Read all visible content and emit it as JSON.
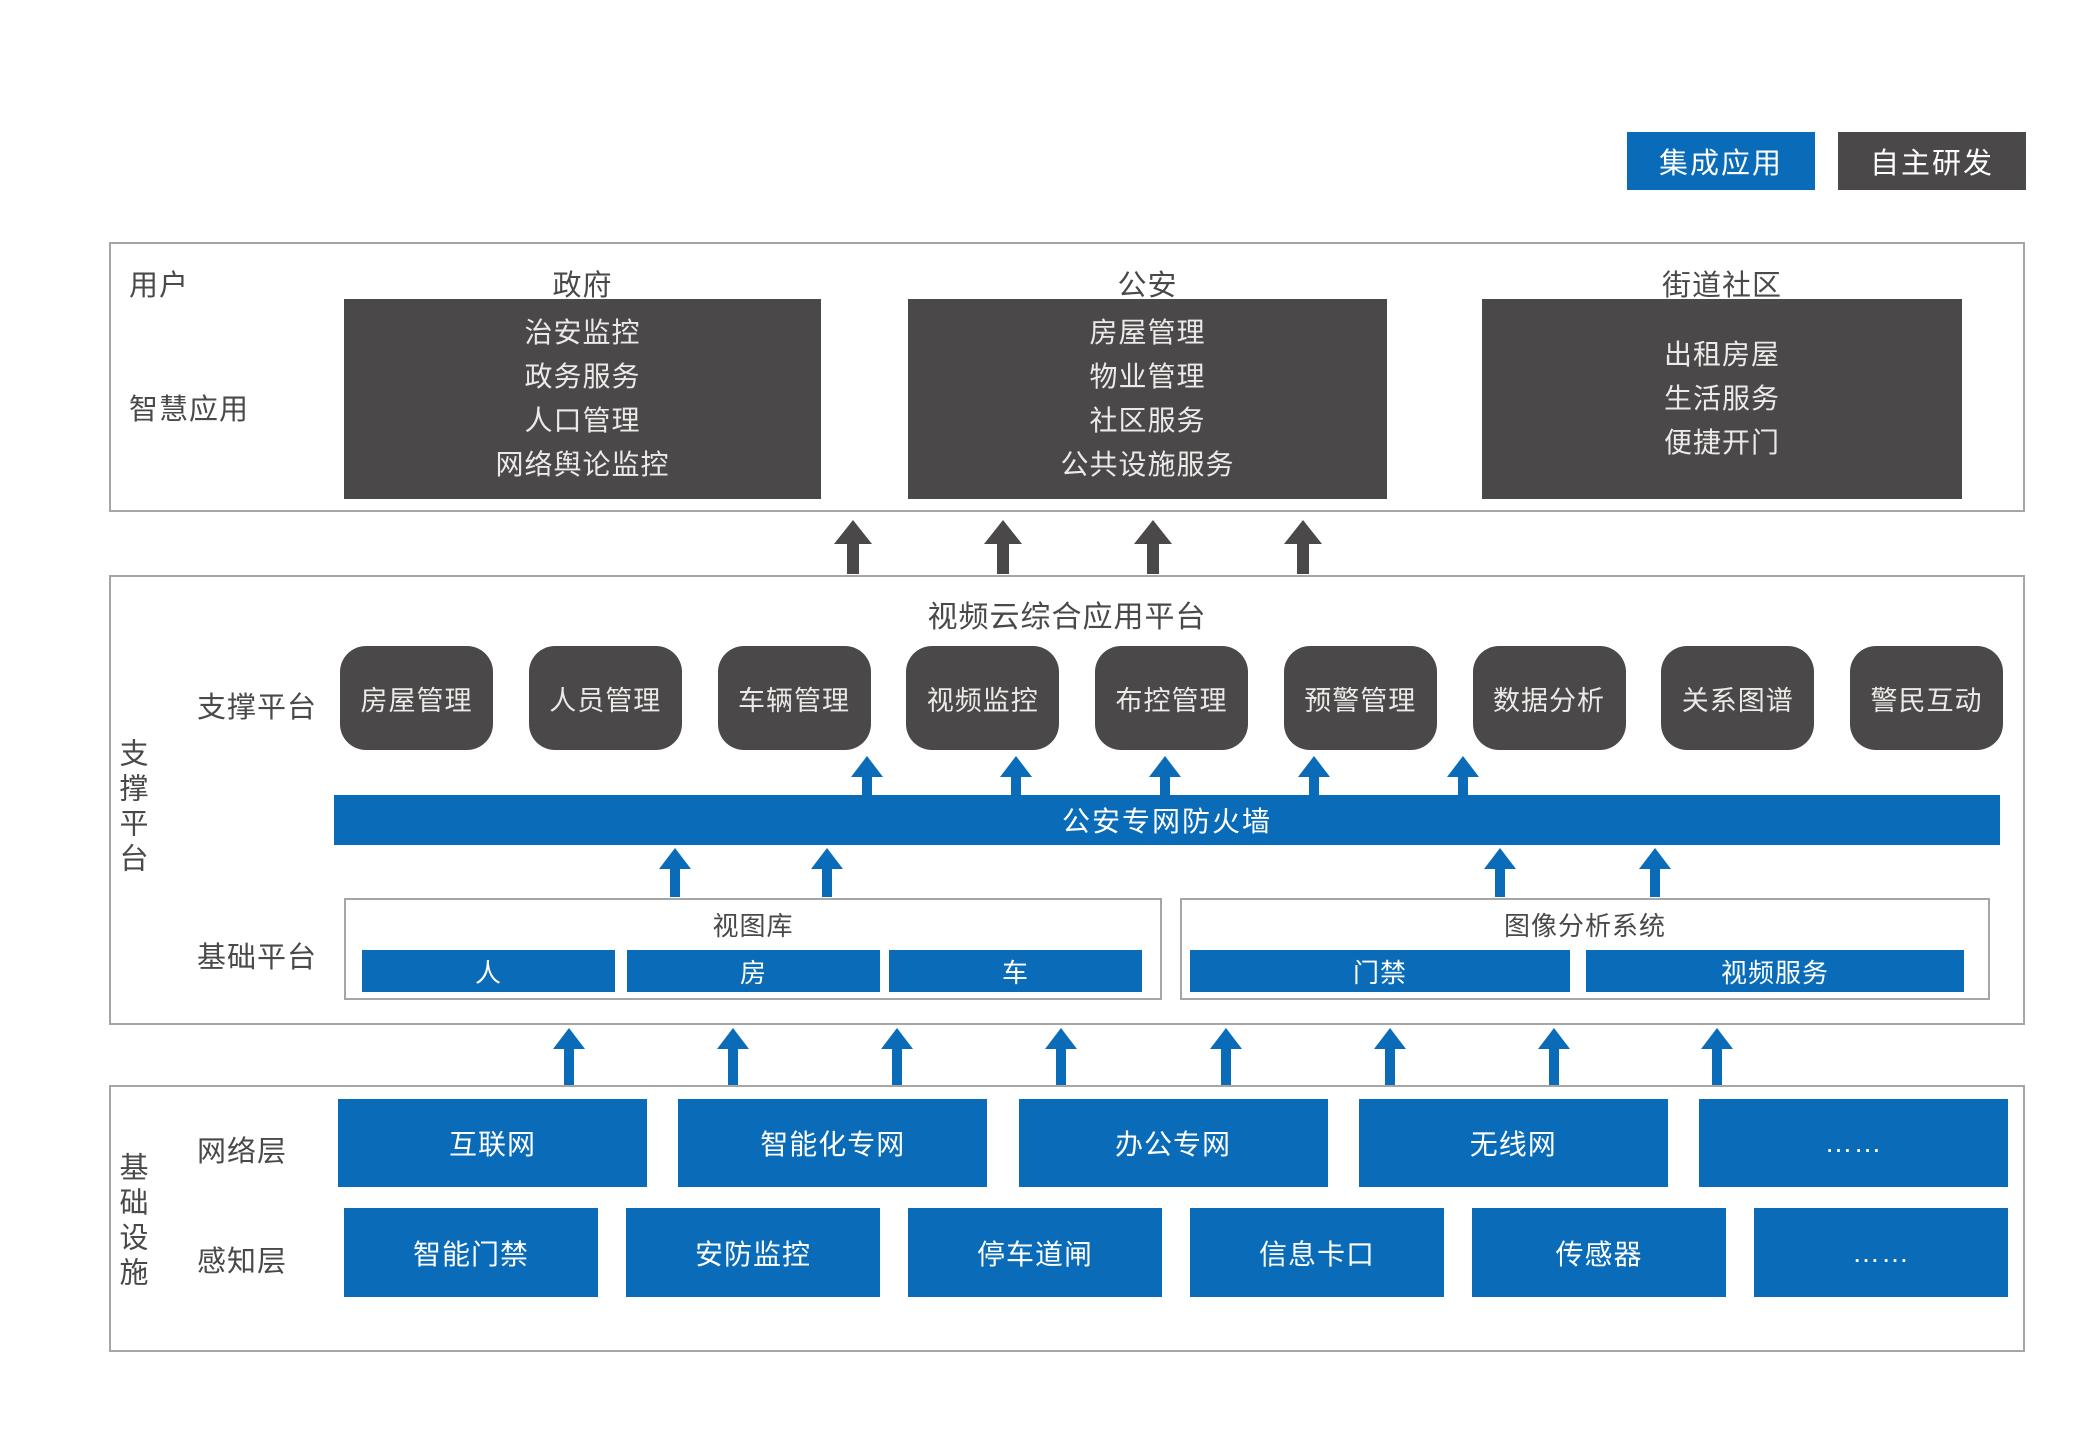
{
  "legend": {
    "integrated": "集成应用",
    "self_developed": "自主研发"
  },
  "colors": {
    "blue": "#0a6cb8",
    "dark_gray": "#4a4848",
    "border_gray": "#a6a6a6",
    "text_on_dark": "#eceae8"
  },
  "top_section": {
    "row_label_users": "用户",
    "row_label_apps": "智慧应用",
    "columns": [
      {
        "header": "政府",
        "items": [
          "治安监控",
          "政务服务",
          "人口管理",
          "网络舆论监控"
        ]
      },
      {
        "header": "公安",
        "items": [
          "房屋管理",
          "物业管理",
          "社区服务",
          "公共设施服务"
        ]
      },
      {
        "header": "街道社区",
        "items": [
          "出租房屋",
          "生活服务",
          "便捷开门"
        ]
      }
    ]
  },
  "middle_section": {
    "side_label": "支撑平台",
    "title": "视频云综合应用平台",
    "support_row_label": "支撑平台",
    "support_modules": [
      "房屋管理",
      "人员管理",
      "车辆管理",
      "视频监控",
      "布控管理",
      "预警管理",
      "数据分析",
      "关系图谱",
      "警民互动"
    ],
    "firewall": "公安专网防火墙",
    "base_row_label": "基础平台",
    "base_groups": [
      {
        "title": "视图库",
        "items": [
          "人",
          "房",
          "车"
        ]
      },
      {
        "title": "图像分析系统",
        "items": [
          "门禁",
          "视频服务"
        ]
      }
    ]
  },
  "bottom_section": {
    "side_label": "基础设施",
    "network_label": "网络层",
    "network_items": [
      "互联网",
      "智能化专网",
      "办公专网",
      "无线网",
      "……"
    ],
    "sensing_label": "感知层",
    "sensing_items": [
      "智能门禁",
      "安防监控",
      "停车道闸",
      "信息卡口",
      "传感器",
      "……"
    ]
  }
}
